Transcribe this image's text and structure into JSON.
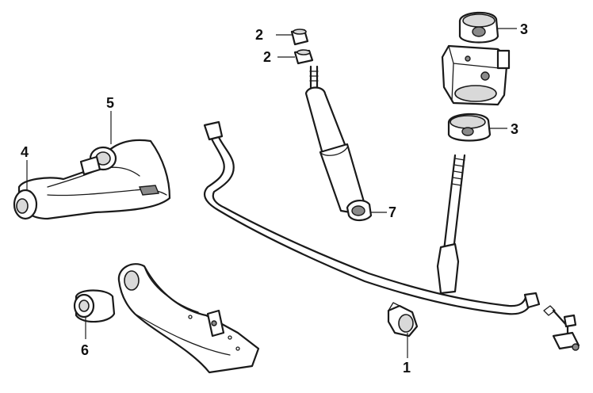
{
  "callouts": {
    "c1": "1",
    "c2a": "2",
    "c2b": "2",
    "c3a": "3",
    "c3b": "3",
    "c4": "4",
    "c5": "5",
    "c6": "6",
    "c7": "7"
  },
  "colors": {
    "line": "#1a1a1a",
    "background": "#ffffff",
    "shade": "#d9d9d9"
  }
}
